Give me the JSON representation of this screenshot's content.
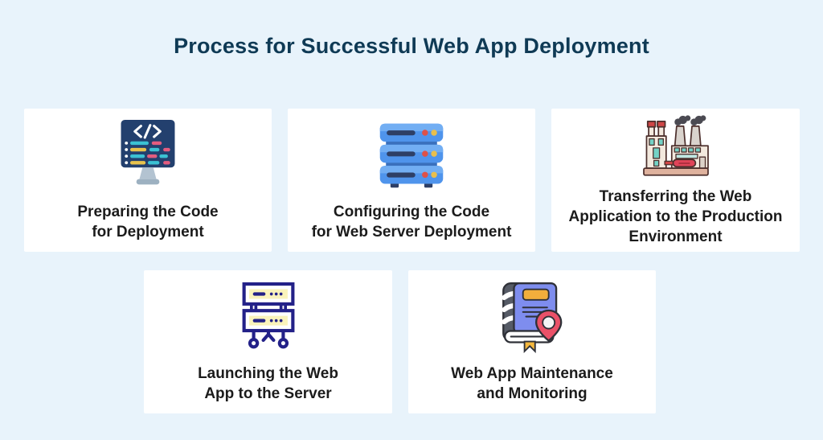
{
  "page": {
    "title": "Process for Successful Web App Deployment"
  },
  "palette": {
    "background": "#e8f3fb",
    "card_background": "#ffffff",
    "title_color": "#0f3a55",
    "label_color": "#1b1b1b",
    "accent_cyan": "#3bc1d3",
    "accent_yellow": "#e8c24c",
    "accent_pink": "#e45c7f",
    "accent_blue": "#4f94ec",
    "accent_navy": "#232188",
    "accent_red": "#e04458",
    "accent_purple": "#7e8dee",
    "monitor_screen_navy": "#23406e"
  },
  "steps": [
    {
      "icon": "code-monitor-icon",
      "label": "Preparing the Code for Deployment",
      "lines": [
        "Preparing the Code",
        "for Deployment"
      ]
    },
    {
      "icon": "web-server-stack-icon",
      "label": "Configuring the Code for Web Server Deployment",
      "lines": [
        "Configuring the Code",
        "for Web Server Deployment"
      ]
    },
    {
      "icon": "production-factory-icon",
      "label": "Transferring the Web Application to the Production Environment",
      "lines": [
        "Transferring the Web",
        "Application to the Production",
        "Environment"
      ]
    },
    {
      "icon": "server-network-icon",
      "label": "Launching the Web App to the Server",
      "lines": [
        "Launching the Web",
        "App to the Server"
      ]
    },
    {
      "icon": "book-monitoring-icon",
      "label": "Web App Maintenance and Monitoring",
      "lines": [
        "Web App Maintenance",
        "and Monitoring"
      ]
    }
  ]
}
